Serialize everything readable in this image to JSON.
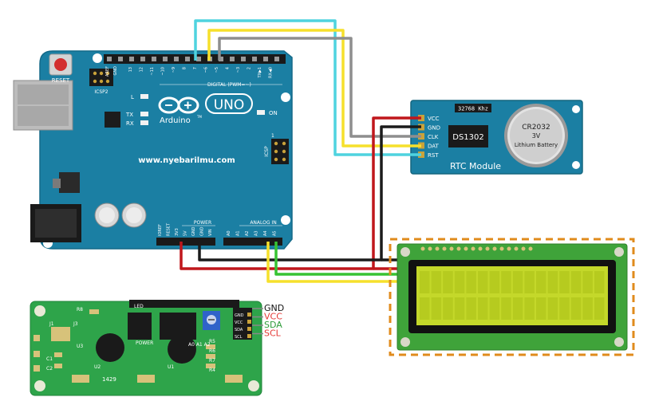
{
  "arduino": {
    "reset_label": "RESET",
    "icsp2_label": "ICSP2",
    "aref_label": "AREF",
    "gnd_label": "GND",
    "digital_pins": [
      "13",
      "12",
      "~11",
      "~10",
      "~9",
      "8",
      "7",
      "~6",
      "~5",
      "4",
      "~3",
      "2",
      "TX▶1",
      "RX◀0"
    ],
    "digital_label": "DIGITAL (PWM=~)",
    "l_label": "L",
    "tx_label": "TX",
    "rx_label": "RX",
    "uno_label": "UNO",
    "brand_label": "Arduino",
    "brand_tm": "TM",
    "on_label": "ON",
    "icsp_label": "ICSP",
    "icsp_one": "1",
    "website": "www.nyebarilmu.com",
    "power_label": "POWER",
    "analog_label": "ANALOG IN",
    "power_pins": [
      "IOREF",
      "RESET",
      "3V3",
      "5V",
      "GND",
      "GND",
      "VIN"
    ],
    "analog_pins": [
      "A0",
      "A1",
      "A2",
      "A3",
      "A4",
      "A5"
    ]
  },
  "rtc": {
    "freq": "32768 Khz",
    "pins": [
      "VCC",
      "GND",
      "CLK",
      "DAT",
      "RST"
    ],
    "chip": "DS1302",
    "battery_model": "CR2032",
    "battery_voltage": "3V",
    "battery_type": "Lithium Battery",
    "title": "RTC Module"
  },
  "i2c": {
    "pin_labels": [
      "GND",
      "VCC",
      "SDA",
      "SCL"
    ],
    "pin_colors": [
      "#111111",
      "#e53935",
      "#2e9d3a",
      "#e53935"
    ],
    "board_pins": [
      "GND",
      "VCC",
      "SDA",
      "SCL"
    ],
    "parts": [
      "R8",
      "J1",
      "J3",
      "U3",
      "C1",
      "C2",
      "U2",
      "U1",
      "R5",
      "R6",
      "R7",
      "R4",
      "A0 A1 A2",
      "LED",
      "POWER"
    ],
    "code": "1429"
  },
  "colors": {
    "arduino": "#1b7fa3",
    "wire_red": "#c0171c",
    "wire_black": "#1b1b1b",
    "wire_yellow": "#f6e02c",
    "wire_green": "#37c332",
    "wire_cyan": "#4fd3df",
    "wire_gray": "#8e8e8e",
    "highlight": "#e08b1c"
  }
}
